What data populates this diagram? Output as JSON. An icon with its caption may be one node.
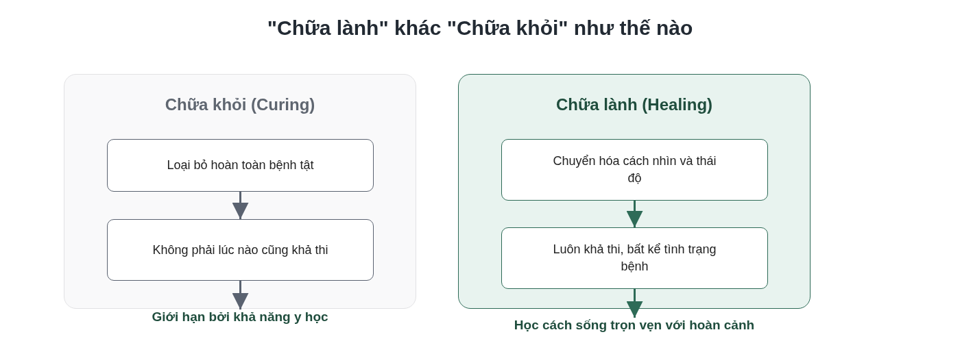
{
  "diagram": {
    "title": "\"Chữa lành\" khác \"Chữa khỏi\" như thế nào",
    "nodes": [
      {
        "text": [
          "Chữa khỏi (Curing)"
        ]
      },
      {
        "text": [
          "Loại bỏ hoàn toàn bệnh tật"
        ],
        "in": 0
      },
      {
        "text": [
          "Không phải lúc nào cũng khả thi"
        ],
        "in": 0
      },
      {
        "text": [
          "Giới hạn bởi khả năng y học"
        ]
      },
      {
        "text": [
          "Chữa lành (Healing)"
        ]
      },
      {
        "text": [
          "Chuyển hóa cách nhìn và thái độ"
        ],
        "in": 4
      },
      {
        "text": [
          "Luôn khả thi, bất kể tình trạng bệnh"
        ],
        "in": 4
      },
      {
        "text": [
          "Học cách sống trọn vẹn với hoàn cảnh"
        ]
      }
    ],
    "edges": [
      {
        "from": 1,
        "to": 2,
        "arrow": "to",
        "color": "#5a6270"
      },
      {
        "from": 2,
        "to": 3,
        "arrow": "to",
        "color": "#5a6270"
      },
      {
        "from": 5,
        "to": 6,
        "arrow": "to",
        "color": "#2e6b57"
      },
      {
        "from": 6,
        "to": 7,
        "arrow": "to",
        "color": "#2e6b57"
      }
    ]
  }
}
